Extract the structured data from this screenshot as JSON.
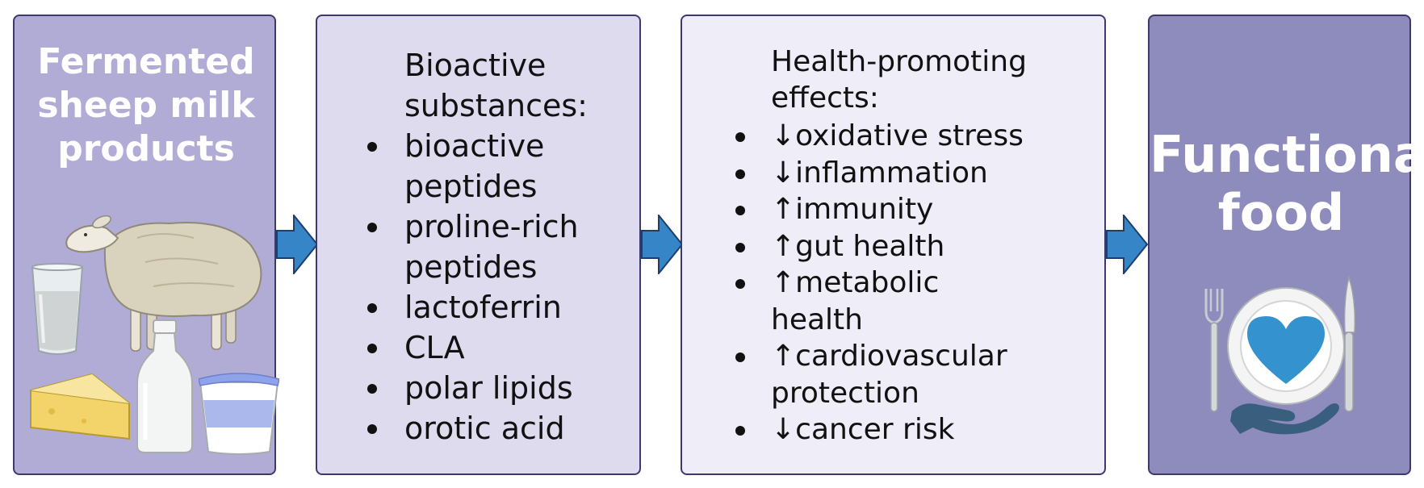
{
  "colors": {
    "box1_fill": "#b1acd6",
    "box2_fill": "#dedbee",
    "box3_fill": "#efedf8",
    "box4_fill": "#8e8bbd",
    "border": "#3d3a6b",
    "arrow": "#3585c7"
  },
  "icons": {
    "box1": [
      "sheep-icon",
      "milk-glass-icon",
      "milk-bottle-icon",
      "cheese-icon",
      "yogurt-cup-icon"
    ],
    "box4": [
      "fork-icon",
      "knife-icon",
      "plate-icon",
      "heart-icon",
      "hand-icon"
    ],
    "connectors": [
      "arrow-right-icon",
      "arrow-right-icon",
      "arrow-right-icon"
    ]
  },
  "panel1": {
    "title_lines": [
      "Fermented",
      "sheep milk",
      "products"
    ]
  },
  "panel2": {
    "heading_lines": [
      "Bioactive",
      "substances:"
    ],
    "items": [
      {
        "lines": [
          "bioactive",
          "peptides"
        ]
      },
      {
        "lines": [
          "proline-rich",
          "peptides"
        ]
      },
      {
        "lines": [
          "lactoferrin"
        ]
      },
      {
        "lines": [
          "CLA"
        ]
      },
      {
        "lines": [
          "polar lipids"
        ]
      },
      {
        "lines": [
          "orotic acid"
        ]
      }
    ]
  },
  "panel3": {
    "heading_lines": [
      "Health-promoting",
      "effects:"
    ],
    "items": [
      {
        "lines": [
          "↓oxidative stress"
        ]
      },
      {
        "lines": [
          "↓inflammation"
        ]
      },
      {
        "lines": [
          "↑immunity"
        ]
      },
      {
        "lines": [
          "↑gut health"
        ]
      },
      {
        "lines": [
          "↑metabolic",
          "health"
        ]
      },
      {
        "lines": [
          "↑cardiovascular",
          "protection"
        ]
      },
      {
        "lines": [
          "↓cancer risk"
        ]
      }
    ]
  },
  "panel4": {
    "title_lines": [
      "Functional",
      "food"
    ]
  }
}
